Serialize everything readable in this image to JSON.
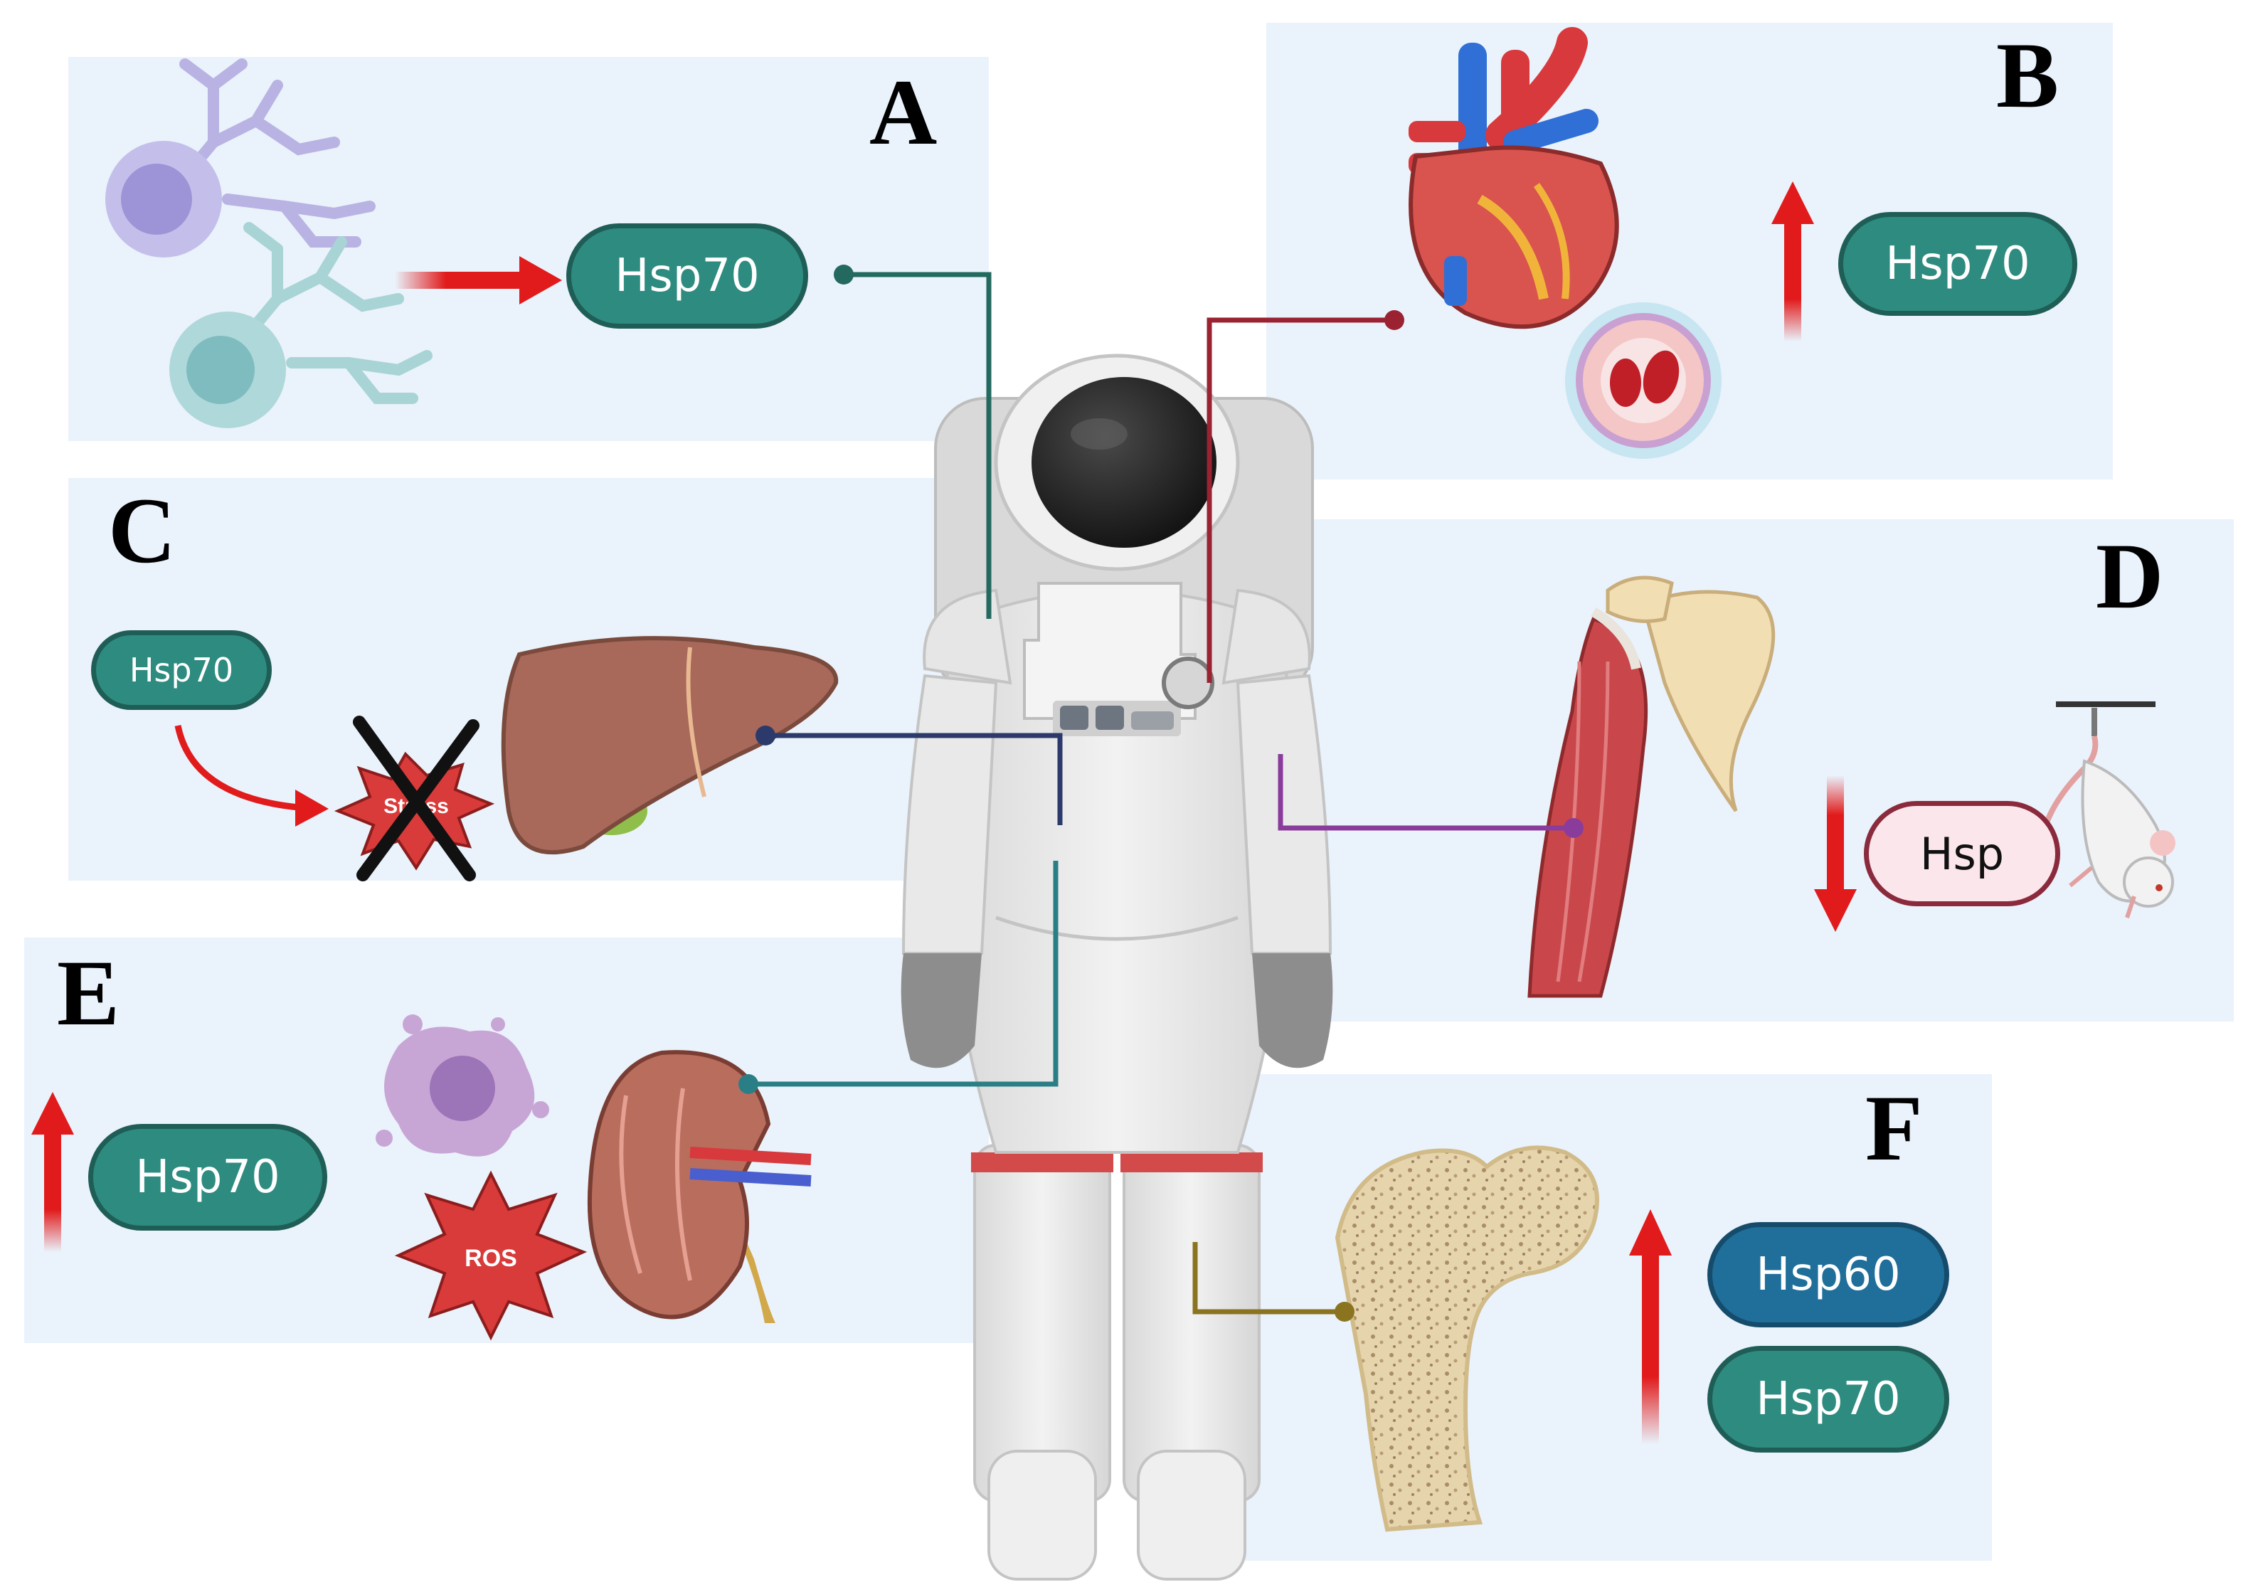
{
  "panels": {
    "A": {
      "label": "A",
      "protein": "Hsp70"
    },
    "B": {
      "label": "B",
      "protein": "Hsp70"
    },
    "C": {
      "label": "C",
      "protein": "Hsp70",
      "stress_text": "Stress"
    },
    "D": {
      "label": "D",
      "protein": "Hsp"
    },
    "E": {
      "label": "E",
      "protein": "Hsp70",
      "ros_text": "ROS"
    },
    "F": {
      "label": "F",
      "protein_top": "Hsp60",
      "protein_bottom": "Hsp70"
    }
  },
  "colors": {
    "panel_bg": "#eaf2fb",
    "hsp70_green": "#2e8b80",
    "hsp60_blue": "#1f6f9a",
    "arrow_red": "#e11b1b",
    "line_A": "#23695f",
    "line_B": "#9b2230",
    "line_C": "#2b3a6b",
    "line_D": "#8a3c9c",
    "line_E": "#2a7f86",
    "line_F": "#8a7420"
  },
  "icons": [
    "neuron-icon",
    "heart-icon",
    "blood-vessel-icon",
    "liver-icon",
    "shoulder-muscle-icon",
    "mouse-icon",
    "kidney-icon",
    "apoptotic-cell-icon",
    "femur-bone-icon",
    "astronaut-icon"
  ]
}
